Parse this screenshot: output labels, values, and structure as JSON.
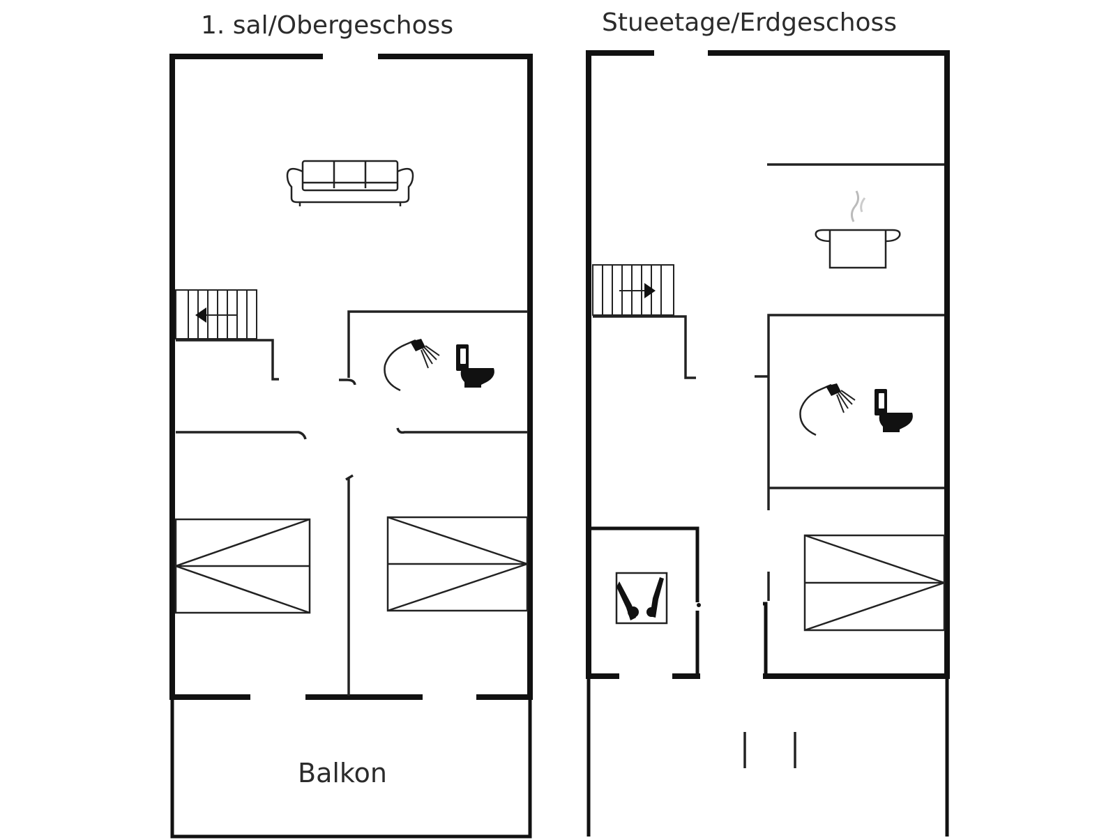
{
  "floors": {
    "upper": {
      "title": "1. sal/Obergeschoss",
      "balcony_label": "Balkon"
    },
    "ground": {
      "title": "Stueetage/Erdgeschoss"
    }
  },
  "colors": {
    "wall": "#111111",
    "background": "#ffffff",
    "text": "#2b2b2b"
  },
  "icons": [
    "sofa-icon",
    "staircase-icon",
    "shower-icon",
    "toilet-icon",
    "bed-icon",
    "cooking-pot-icon",
    "washing-machine-icon"
  ]
}
